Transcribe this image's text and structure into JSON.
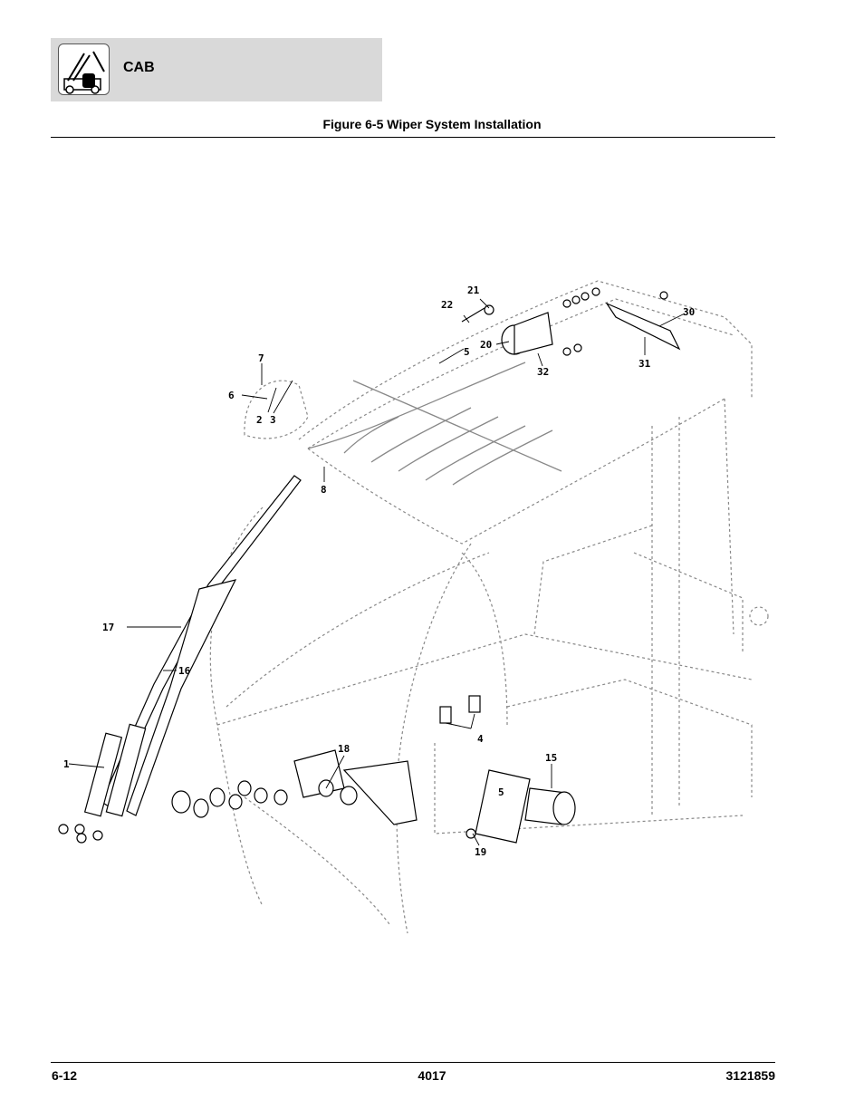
{
  "header": {
    "section": "CAB",
    "logo_icon": "telehandler-cab-icon"
  },
  "figure": {
    "title": "Figure 6-5 Wiper System Installation",
    "callouts": [
      "1",
      "2",
      "3",
      "4",
      "5",
      "5",
      "6",
      "7",
      "8",
      "15",
      "16",
      "17",
      "18",
      "19",
      "20",
      "21",
      "22",
      "30",
      "31",
      "32"
    ]
  },
  "footer": {
    "page_number": "6-12",
    "model": "4017",
    "manual_number": "3121859"
  }
}
